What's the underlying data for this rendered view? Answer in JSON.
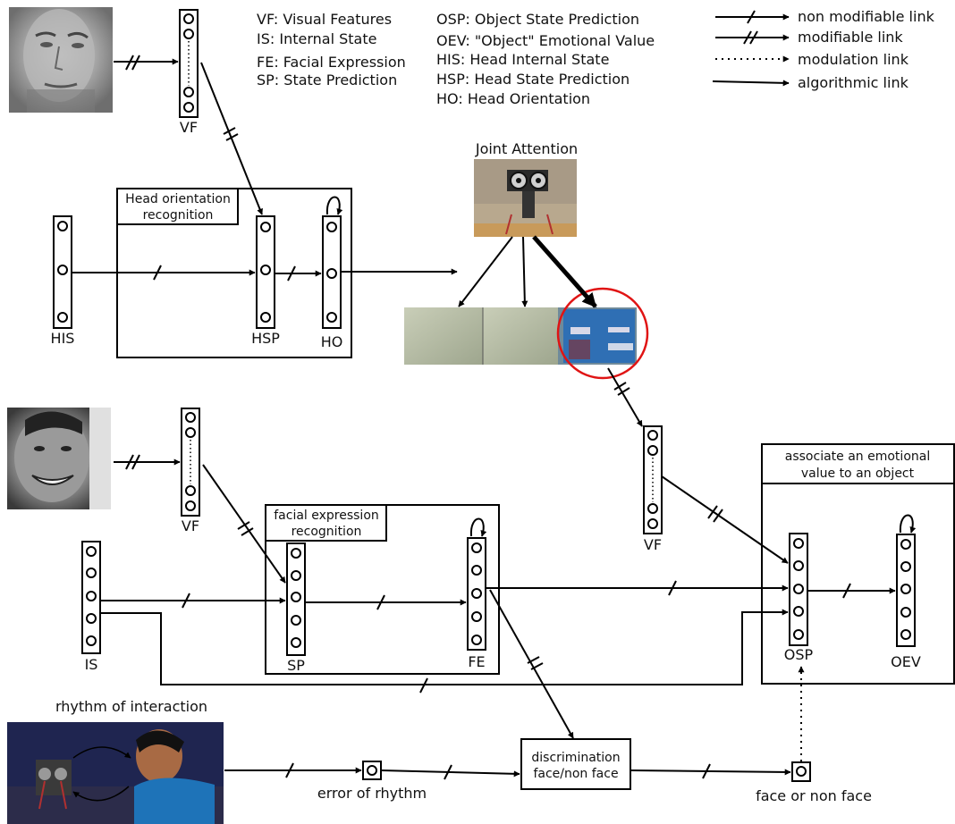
{
  "legend_abbreviations": {
    "vf": "VF: Visual Features",
    "is": "IS: Internal State",
    "fe": "FE: Facial Expression",
    "sp": "SP: State Prediction",
    "osp": "OSP: Object State Prediction",
    "oev": "OEV: \"Object\" Emotional Value",
    "his": "HIS: Head Internal State",
    "hsp": "HSP: Head State Prediction",
    "ho": "HO: Head Orientation"
  },
  "legend_links": {
    "non_modifiable": "non modifiable link",
    "modifiable": "modifiable link",
    "modulation": "modulation link",
    "algorithmic": "algorithmic link"
  },
  "groups": {
    "head_orientation": [
      "Head orientation",
      "recognition"
    ],
    "facial_expression": [
      "facial expression",
      "recognition"
    ],
    "associate": [
      "associate an emotional",
      "value to an object"
    ]
  },
  "labels": {
    "joint_attention": "Joint Attention",
    "rhythm_of_interaction": "rhythm of interaction",
    "vf_top": "VF",
    "vf_mid": "VF",
    "vf_right": "VF",
    "his": "HIS",
    "hsp": "HSP",
    "ho": "HO",
    "is": "IS",
    "sp": "SP",
    "fe": "FE",
    "osp": "OSP",
    "oev": "OEV",
    "error_of_rhythm": "error of rhythm",
    "face_or_non_face": "face or non face",
    "discrimination": [
      "discrimination",
      "face/non face"
    ]
  },
  "colors": {
    "line": "#000000",
    "highlight_circle": "#e01414",
    "object_box": "#2f6fb4"
  }
}
